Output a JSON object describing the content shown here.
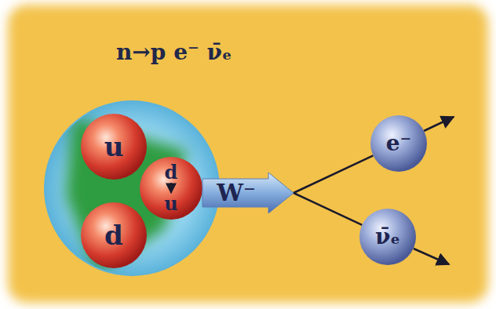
{
  "diagram": {
    "title": "n→p e⁻ ν̄ₑ",
    "nodes": [
      {
        "text": [
          "u"
        ]
      },
      {
        "text": [
          "d"
        ]
      },
      {
        "text": [
          "d",
          "u"
        ]
      },
      {
        "text": [
          "W⁻"
        ]
      },
      {
        "text": [
          "e⁻"
        ]
      },
      {
        "text": [
          "ν̄ₑ"
        ]
      }
    ],
    "edges": [
      {
        "from": 3,
        "to": 4,
        "arrow": "none"
      },
      {
        "from": 3,
        "to": 5,
        "arrow": "none"
      }
    ]
  }
}
